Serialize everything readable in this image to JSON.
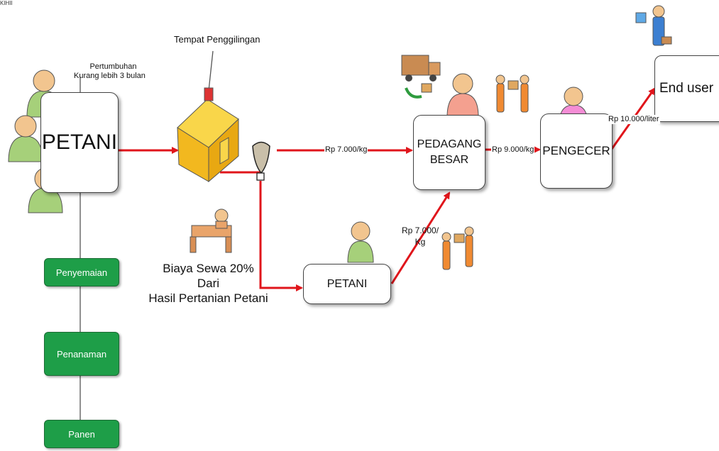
{
  "corner_mark": "KIHII",
  "nodes": {
    "petani_main": "PETANI",
    "pedagang_besar_line1": "PEDAGANG",
    "pedagang_besar_line2": "BESAR",
    "pengecer": "PENGECER",
    "end_user": "End user",
    "petani_small": "PETANI"
  },
  "stages": [
    "Penyemaian",
    "Penanaman",
    "Panen"
  ],
  "labels": {
    "growth_line1": "Pertumbuhan",
    "growth_line2": "Kurang lebih 3 bulan",
    "mill": "Tempat Penggilingan",
    "price_to_pedagang": "Rp 7.000/kg",
    "price_to_pengecer": "Rp 9.000/kg",
    "price_to_enduser": "Rp 10.000/liter",
    "price_small_line1": "Rp 7.000/",
    "price_small_line2": "Kg",
    "rent_line1": "Biaya Sewa 20%",
    "rent_line2": "Dari",
    "rent_line3": "Hasil Pertanian Petani"
  },
  "colors": {
    "arrow": "#e0151b",
    "stage": "#1e9e48",
    "house": "#f7c531"
  },
  "icons": [
    "farmer-person-icon",
    "house-icon",
    "funnel-icon",
    "truck-icon",
    "trader-person-icon",
    "handshake-icon",
    "retailer-person-icon",
    "computer-user-icon",
    "desk-worker-icon"
  ]
}
